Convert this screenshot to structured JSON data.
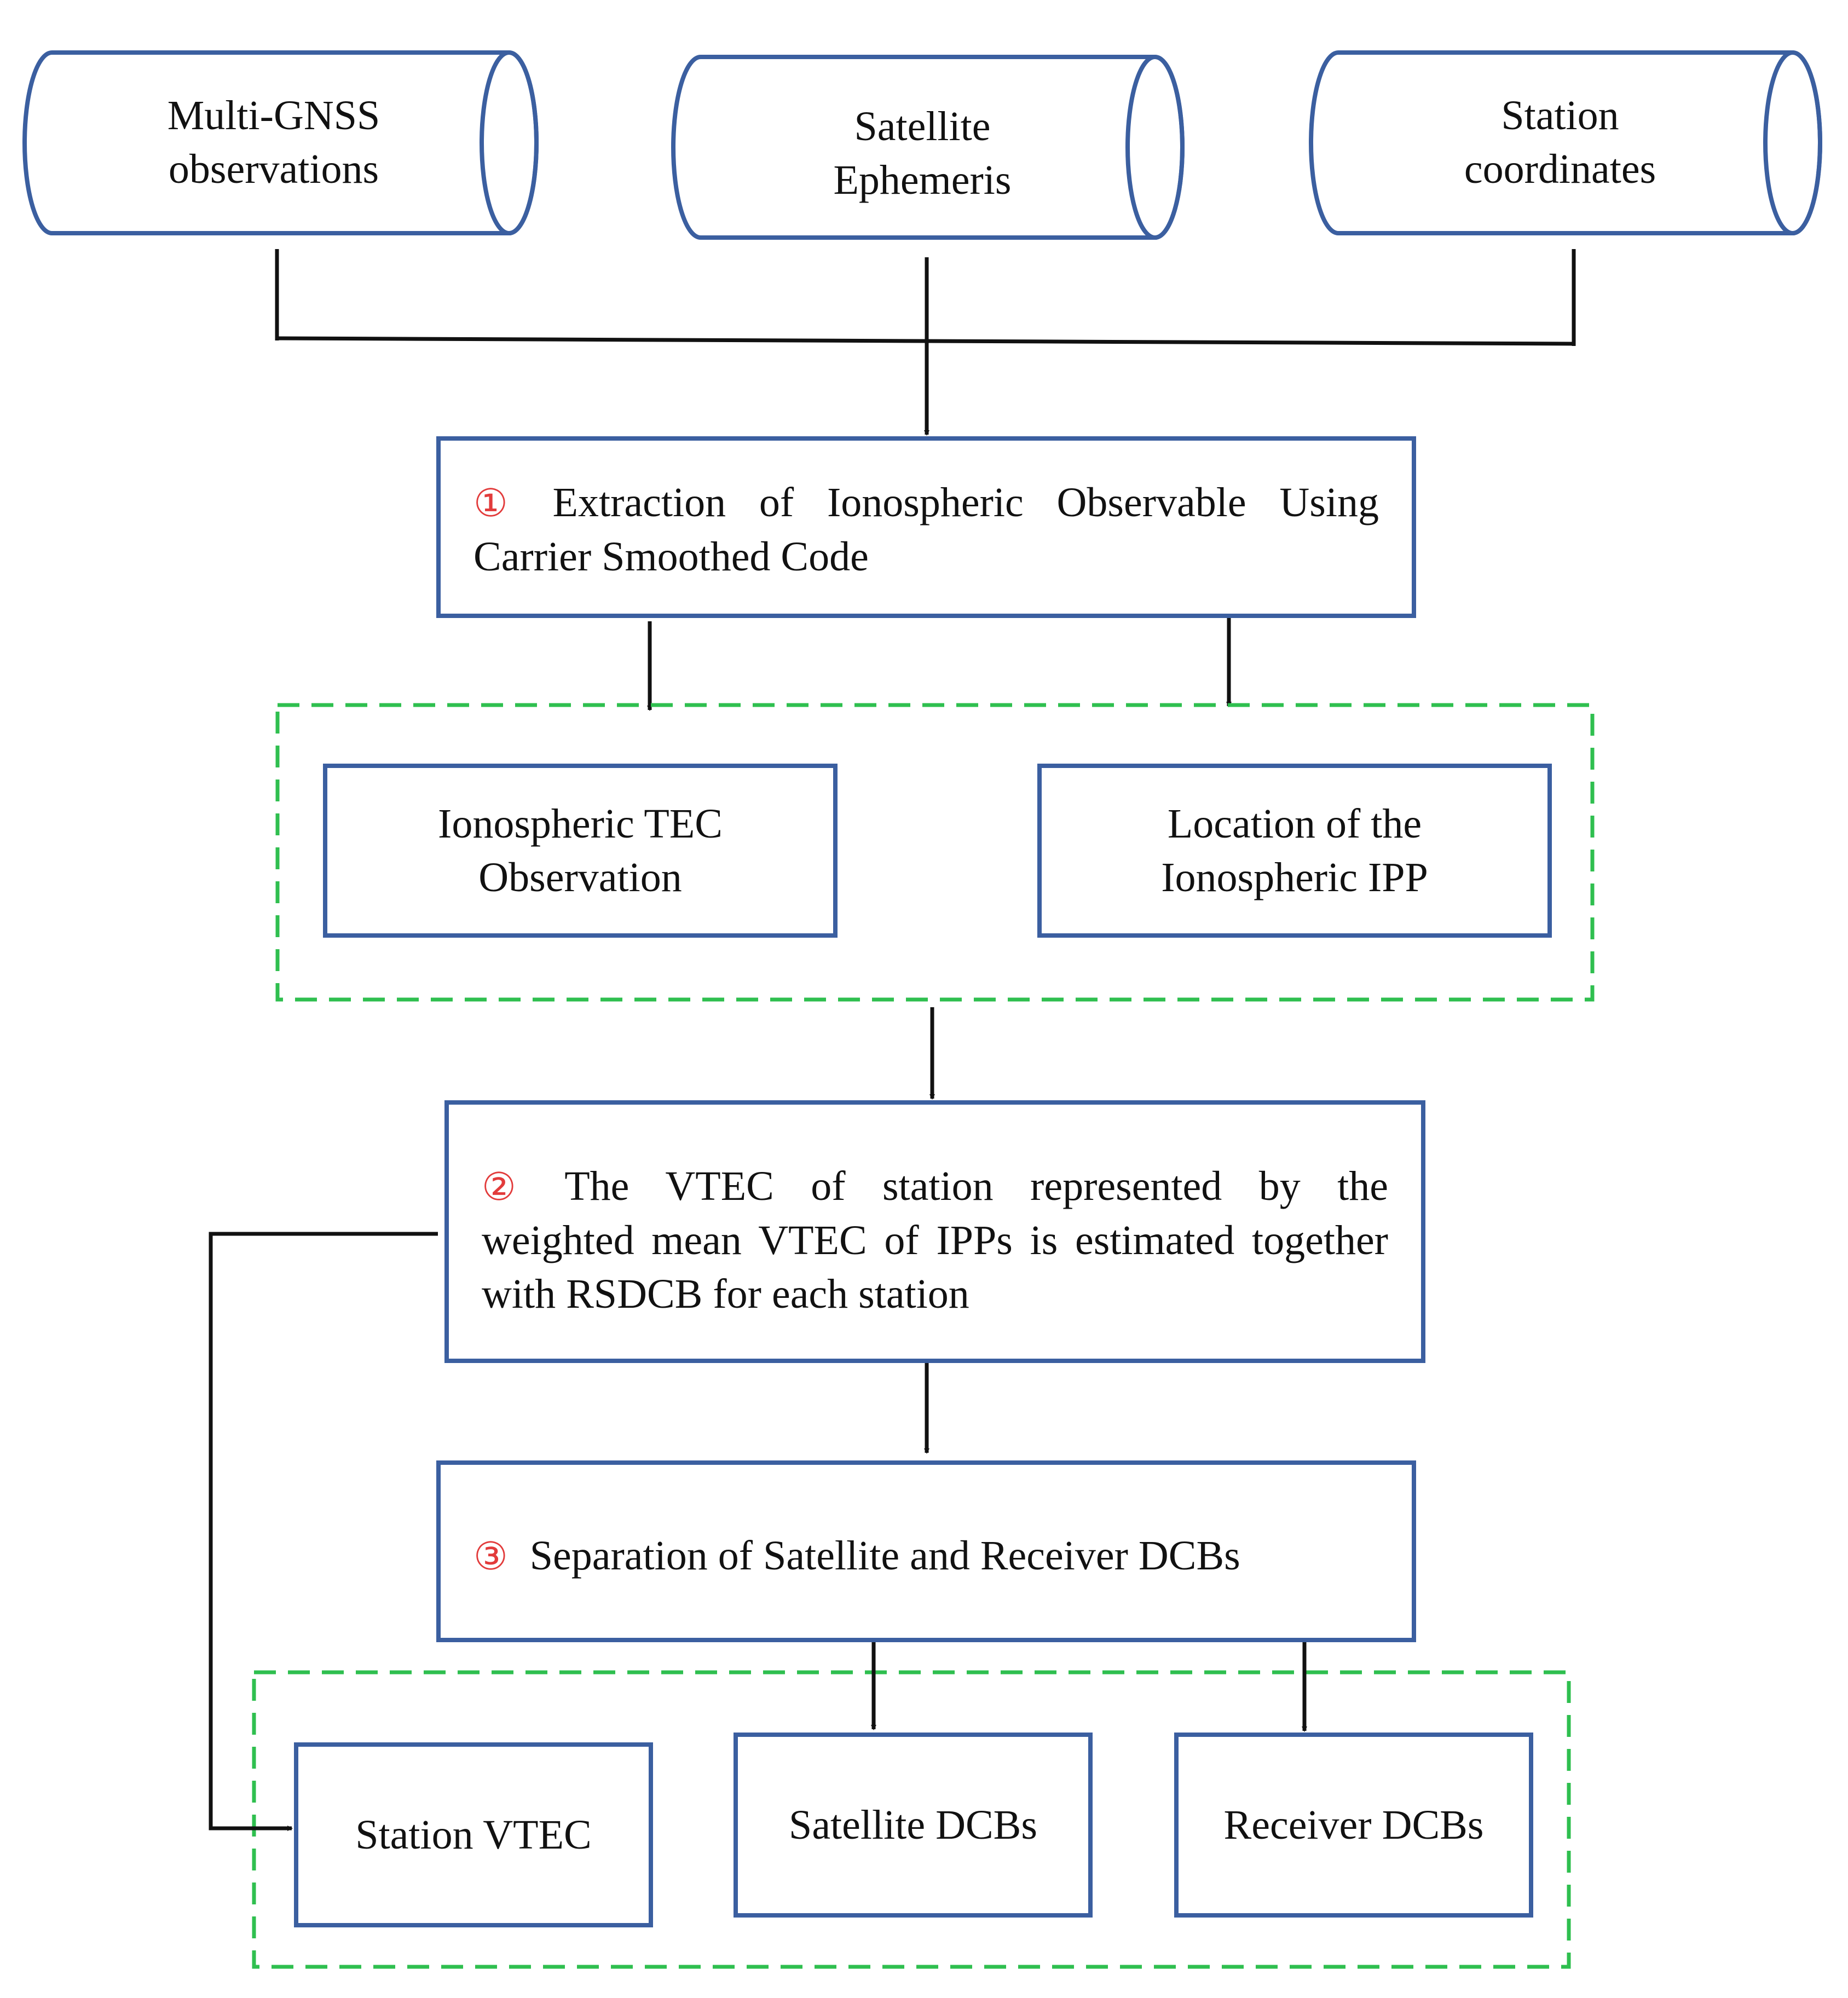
{
  "inputs": [
    {
      "line1": "Multi-GNSS",
      "line2": "observations"
    },
    {
      "line1": "Satellite",
      "line2": "Ephemeris"
    },
    {
      "line1": "Station",
      "line2": "coordinates"
    }
  ],
  "step1": {
    "number": "①",
    "text_a": "Extraction of Ionospheric Observable Using",
    "text_b": "Carrier Smoothed Code"
  },
  "group1": [
    {
      "line1": "Ionospheric TEC",
      "line2": "Observation"
    },
    {
      "line1": "Location of the",
      "line2": "Ionospheric IPP"
    }
  ],
  "step2": {
    "number": "②",
    "text_a": "The VTEC of station represented by the",
    "text_b": "weighted mean VTEC of IPPs is estimated together",
    "text_c": "with RSDCB for each station"
  },
  "step3": {
    "number": "③",
    "text": "Separation of Satellite and Receiver DCBs"
  },
  "outputs": [
    {
      "label": "Station VTEC"
    },
    {
      "label": "Satellite DCBs"
    },
    {
      "label": "Receiver DCBs"
    }
  ],
  "colors": {
    "box_border": "#3b5fa0",
    "group_border": "#2fbf4f",
    "step_number": "#e23b3b",
    "arrow": "#111111"
  }
}
